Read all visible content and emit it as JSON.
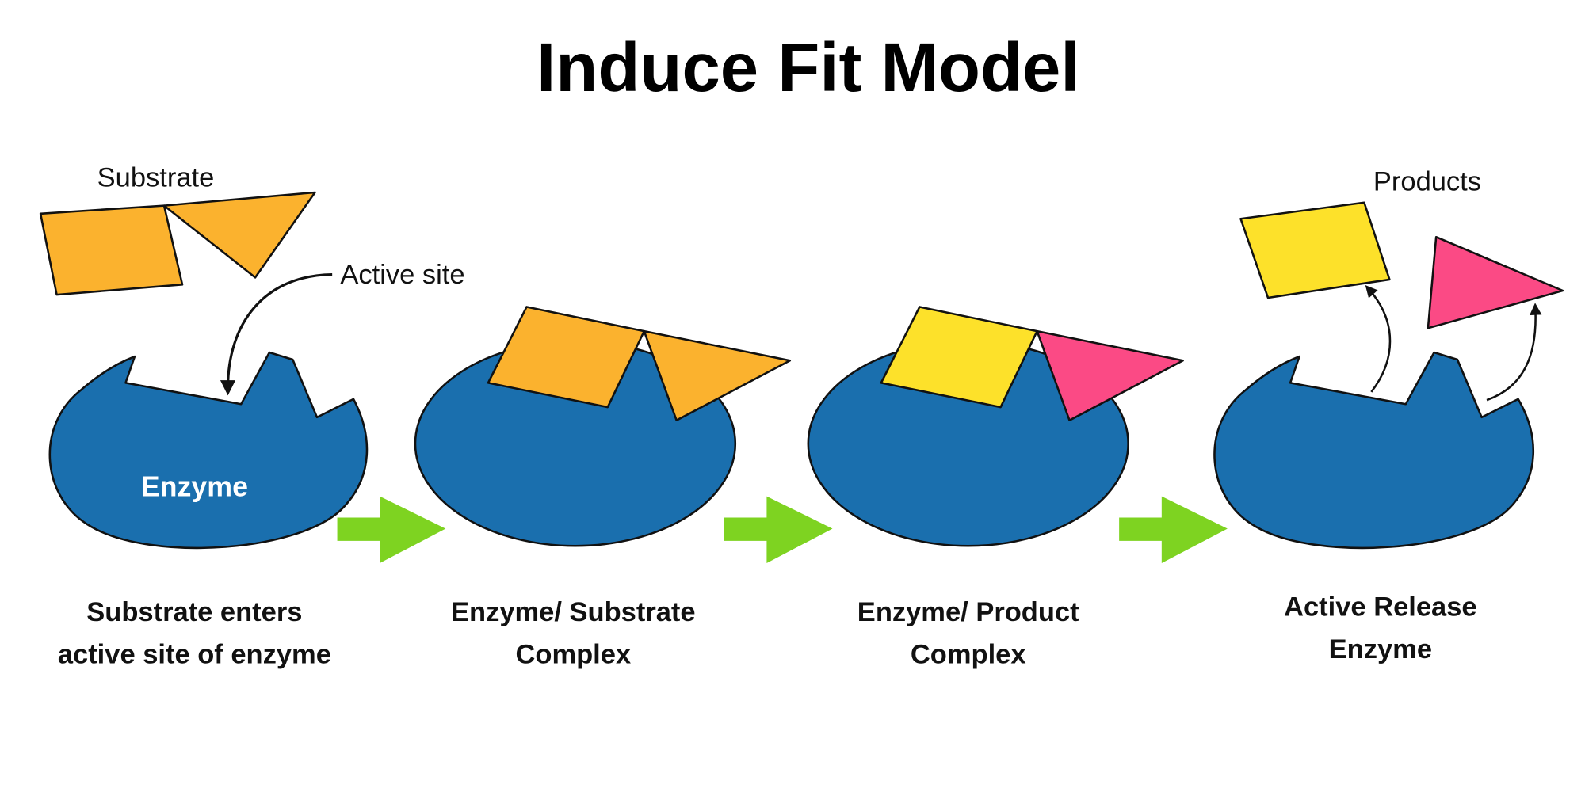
{
  "title": "Induce Fit Model",
  "colors": {
    "enzyme": "#1a6fae",
    "substrate": "#fbb22e",
    "product_square": "#fde12a",
    "product_triangle": "#fb4a85",
    "arrow": "#7ed321"
  },
  "labels": {
    "substrate": "Substrate",
    "active_site": "Active site",
    "enzyme": "Enzyme",
    "products": "Products"
  },
  "steps": [
    {
      "line1": "Substrate enters",
      "line2": "active site of enzyme"
    },
    {
      "line1": "Enzyme/ Substrate",
      "line2": "Complex"
    },
    {
      "line1": "Enzyme/ Product",
      "line2": "Complex"
    },
    {
      "line1": "Active Release",
      "line2": "Enzyme"
    }
  ]
}
